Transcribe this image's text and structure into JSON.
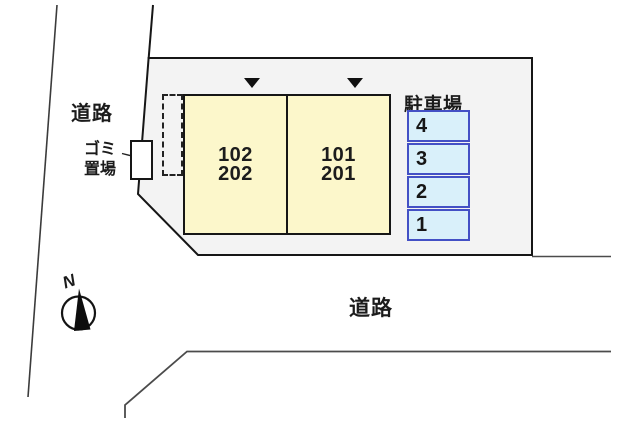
{
  "plan": {
    "road_left_label": "道路",
    "road_bottom_label": "道路",
    "garbage": {
      "line1": "ゴミ",
      "line2": "置場"
    },
    "compass": {
      "north_label": "N"
    },
    "parking": {
      "title": "駐車場",
      "stalls": [
        {
          "number": "4"
        },
        {
          "number": "3"
        },
        {
          "number": "2"
        },
        {
          "number": "1"
        }
      ]
    },
    "buildings": [
      {
        "upper_unit": "102",
        "lower_unit": "202"
      },
      {
        "upper_unit": "101",
        "lower_unit": "201"
      }
    ],
    "colors": {
      "building_fill": "#FCF7CB",
      "site_fill": "#F3F3F3",
      "parking_fill": "#D9F0FA",
      "parking_border": "#4350C5",
      "outline": "#161616"
    }
  }
}
